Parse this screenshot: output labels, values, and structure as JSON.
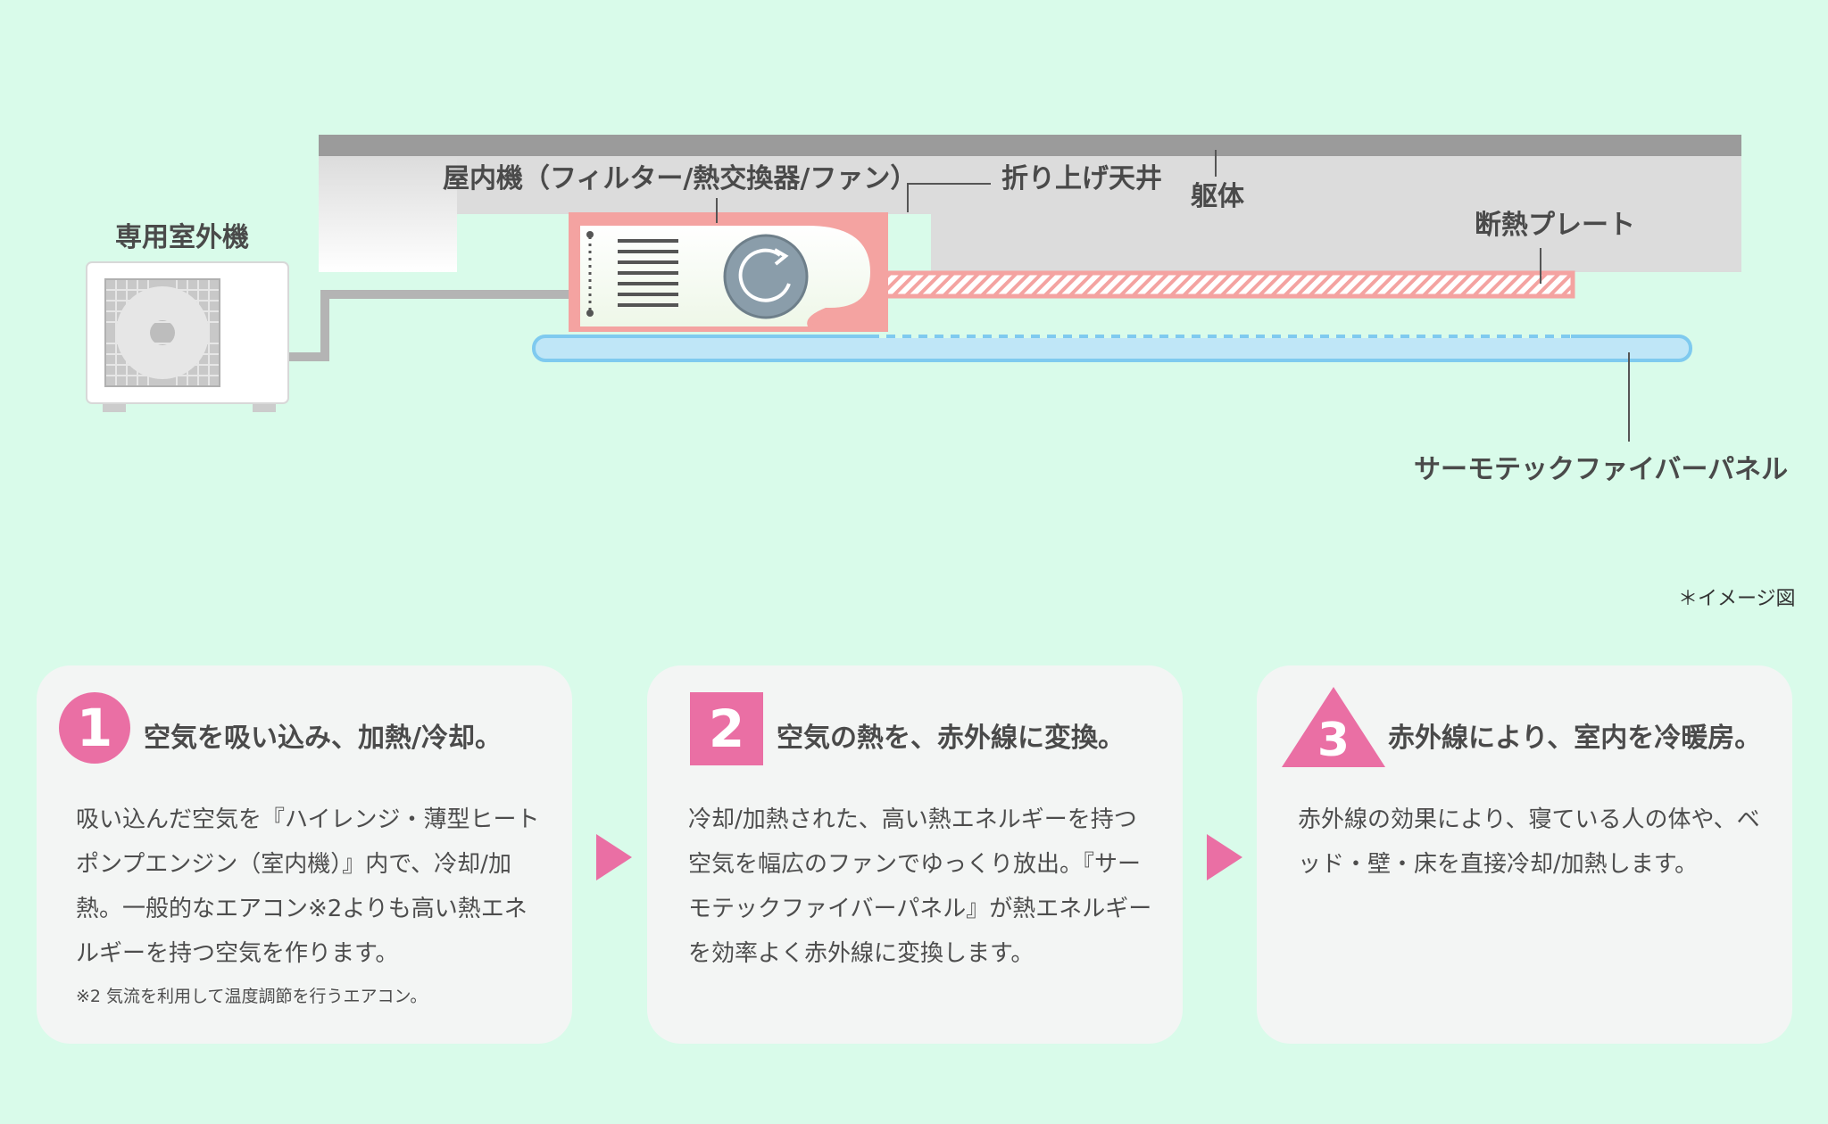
{
  "labels": {
    "outdoor_unit": "専用室外機",
    "indoor_unit": "屋内機（フィルター/熱交換器/ファン）",
    "folded_ceiling": "折り上げ天井",
    "structure": "躯体",
    "insulation_plate": "断熱プレート",
    "panel": "サーモテックファイバーパネル"
  },
  "image_note": "＊イメージ図",
  "steps": [
    {
      "number": "1",
      "title": "空気を吸い込み、加熱/冷却。",
      "body": "吸い込んだ空気を『ハイレンジ・薄型ヒートポンプエンジン（室内機）』内で、冷却/加熱。一般的なエアコン※2よりも高い熱エネルギーを持つ空気を作ります。",
      "footnote": "※2 気流を利用して温度調節を行うエアコン。"
    },
    {
      "number": "2",
      "title": "空気の熱を、赤外線に変換。",
      "body": "冷却/加熱された、高い熱エネルギーを持つ空気を幅広のファンでゆっくり放出。『サーモテックファイバーパネル』が熱エネルギーを効率よく赤外線に変換します。"
    },
    {
      "number": "3",
      "title": "赤外線により、室内を冷暖房。",
      "body": "赤外線の効果により、寝ている人の体や、ベッド・壁・床を直接冷却/加熱します。"
    }
  ],
  "colors": {
    "background": "#d9fbea",
    "accent_pink": "#ea6fa4",
    "indoor_unit_pink": "#f4a3a1",
    "panel_blue": "#bfe6f7",
    "panel_border": "#7fcaef",
    "ceiling_gray": "#dcdcdc",
    "slab_gray": "#9b9b9b",
    "fan_gray": "#8a9daa"
  },
  "icons": [
    "fan-icon",
    "filter-icon",
    "outdoor-fan-icon"
  ]
}
